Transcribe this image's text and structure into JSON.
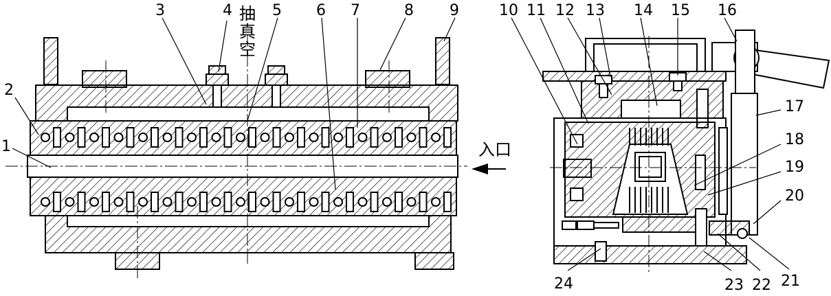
{
  "left_view": {
    "vacuum_label": "抽真空",
    "inlet_label": "入口",
    "part_numbers": [
      "1",
      "2",
      "3",
      "4",
      "5",
      "6",
      "7",
      "8",
      "9"
    ]
  },
  "right_view": {
    "part_numbers": [
      "10",
      "11",
      "12",
      "13",
      "14",
      "15",
      "16",
      "17",
      "18",
      "19",
      "20",
      "21",
      "22",
      "23",
      "24"
    ]
  }
}
